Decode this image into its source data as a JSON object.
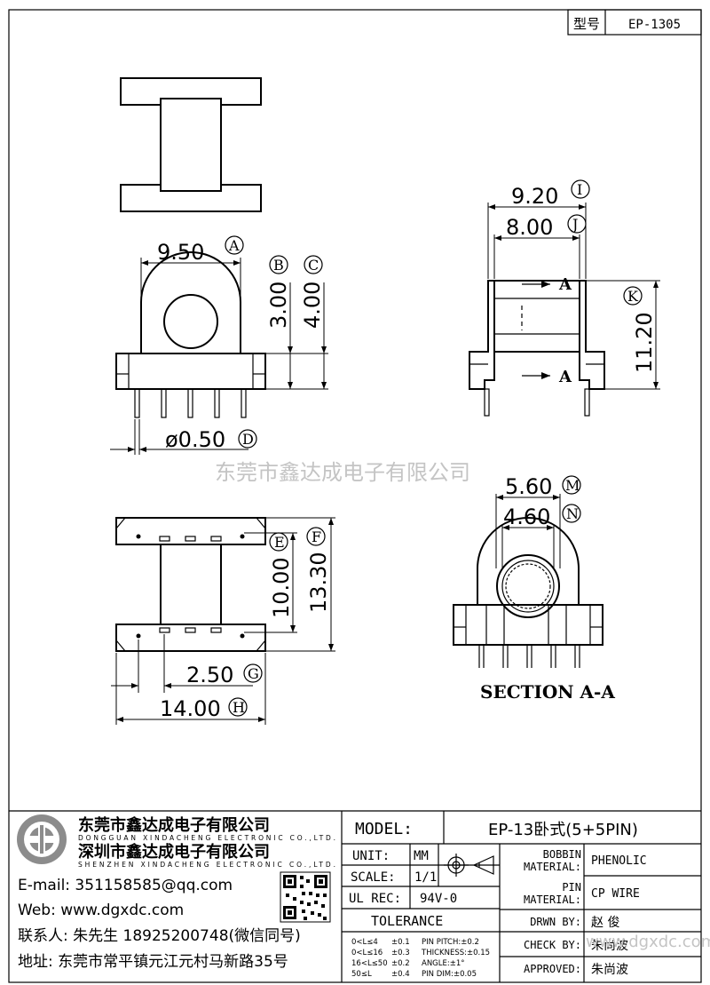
{
  "header": {
    "model_label": "型号",
    "model_value": "EP-1305"
  },
  "watermark": "东莞市鑫达成电子有限公司",
  "watermark2": "www.dgxdc.com",
  "dims": {
    "A": {
      "value": "9.50",
      "tag": "A"
    },
    "B": {
      "value": "3.00",
      "tag": "B"
    },
    "C": {
      "value": "4.00",
      "tag": "C"
    },
    "D": {
      "value": "ø0.50",
      "tag": "D"
    },
    "E": {
      "value": "10.00",
      "tag": "E"
    },
    "F": {
      "value": "13.30",
      "tag": "F"
    },
    "G": {
      "value": "2.50",
      "tag": "G"
    },
    "H": {
      "value": "14.00",
      "tag": "H"
    },
    "I": {
      "value": "9.20",
      "tag": "I"
    },
    "J": {
      "value": "8.00",
      "tag": "J"
    },
    "K": {
      "value": "11.20",
      "tag": "K"
    },
    "M": {
      "value": "5.60",
      "tag": "M"
    },
    "N": {
      "value": "4.60",
      "tag": "N"
    }
  },
  "section_mark": "A",
  "section_label": "SECTION A-A",
  "company": {
    "name_cn": "东莞市鑫达成电子有限公司",
    "name_en": "DONGGUAN XINDACHENG ELECTRONIC CO.,LTD.",
    "name2_cn": "深圳市鑫达成电子有限公司",
    "name2_en": "SHENZHEN XINDACHENG ELECTRONIC CO.,LTD.",
    "email": "E-mail: 351158585@qq.com",
    "web": "Web: www.dgxdc.com",
    "contact": "联系人: 朱先生 18925200748(微信同号)",
    "address": "地址: 东莞市常平镇元江元村马新路35号"
  },
  "titleblock": {
    "model_label": "MODEL:",
    "model_value": "EP-13卧式(5+5PIN)",
    "unit_label": "UNIT:",
    "unit_value": "MM",
    "scale_label": "SCALE:",
    "scale_value": "1/1",
    "ulrec_label": "UL REC:",
    "ulrec_value": "94V-0",
    "tolerance_label": "TOLERANCE",
    "bobbin_label_1": "BOBBIN",
    "bobbin_label_2": "MATERIAL:",
    "bobbin_value": "PHENOLIC",
    "pin_label_1": "PIN",
    "pin_label_2": "MATERIAL:",
    "pin_value": "CP WIRE",
    "drwn_label": "DRWN BY:",
    "drwn_value": "赵 俊",
    "check_label": "CHECK BY:",
    "check_value": "朱尚波",
    "approved_label": "APPROVED:",
    "approved_value": "朱尚波",
    "tol_rows": [
      {
        "range": "0<L≤4",
        "tol": "±0.1",
        "item": "PIN PITCH:±0.2"
      },
      {
        "range": "0<L≤16",
        "tol": "±0.3",
        "item": "THICKNESS:±0.15"
      },
      {
        "range": "16<L≤50",
        "tol": "±0.2",
        "item": "ANGLE:±1°"
      },
      {
        "range": "50≤L",
        "tol": "±0.4",
        "item": "PIN DIM:±0.05"
      }
    ]
  }
}
